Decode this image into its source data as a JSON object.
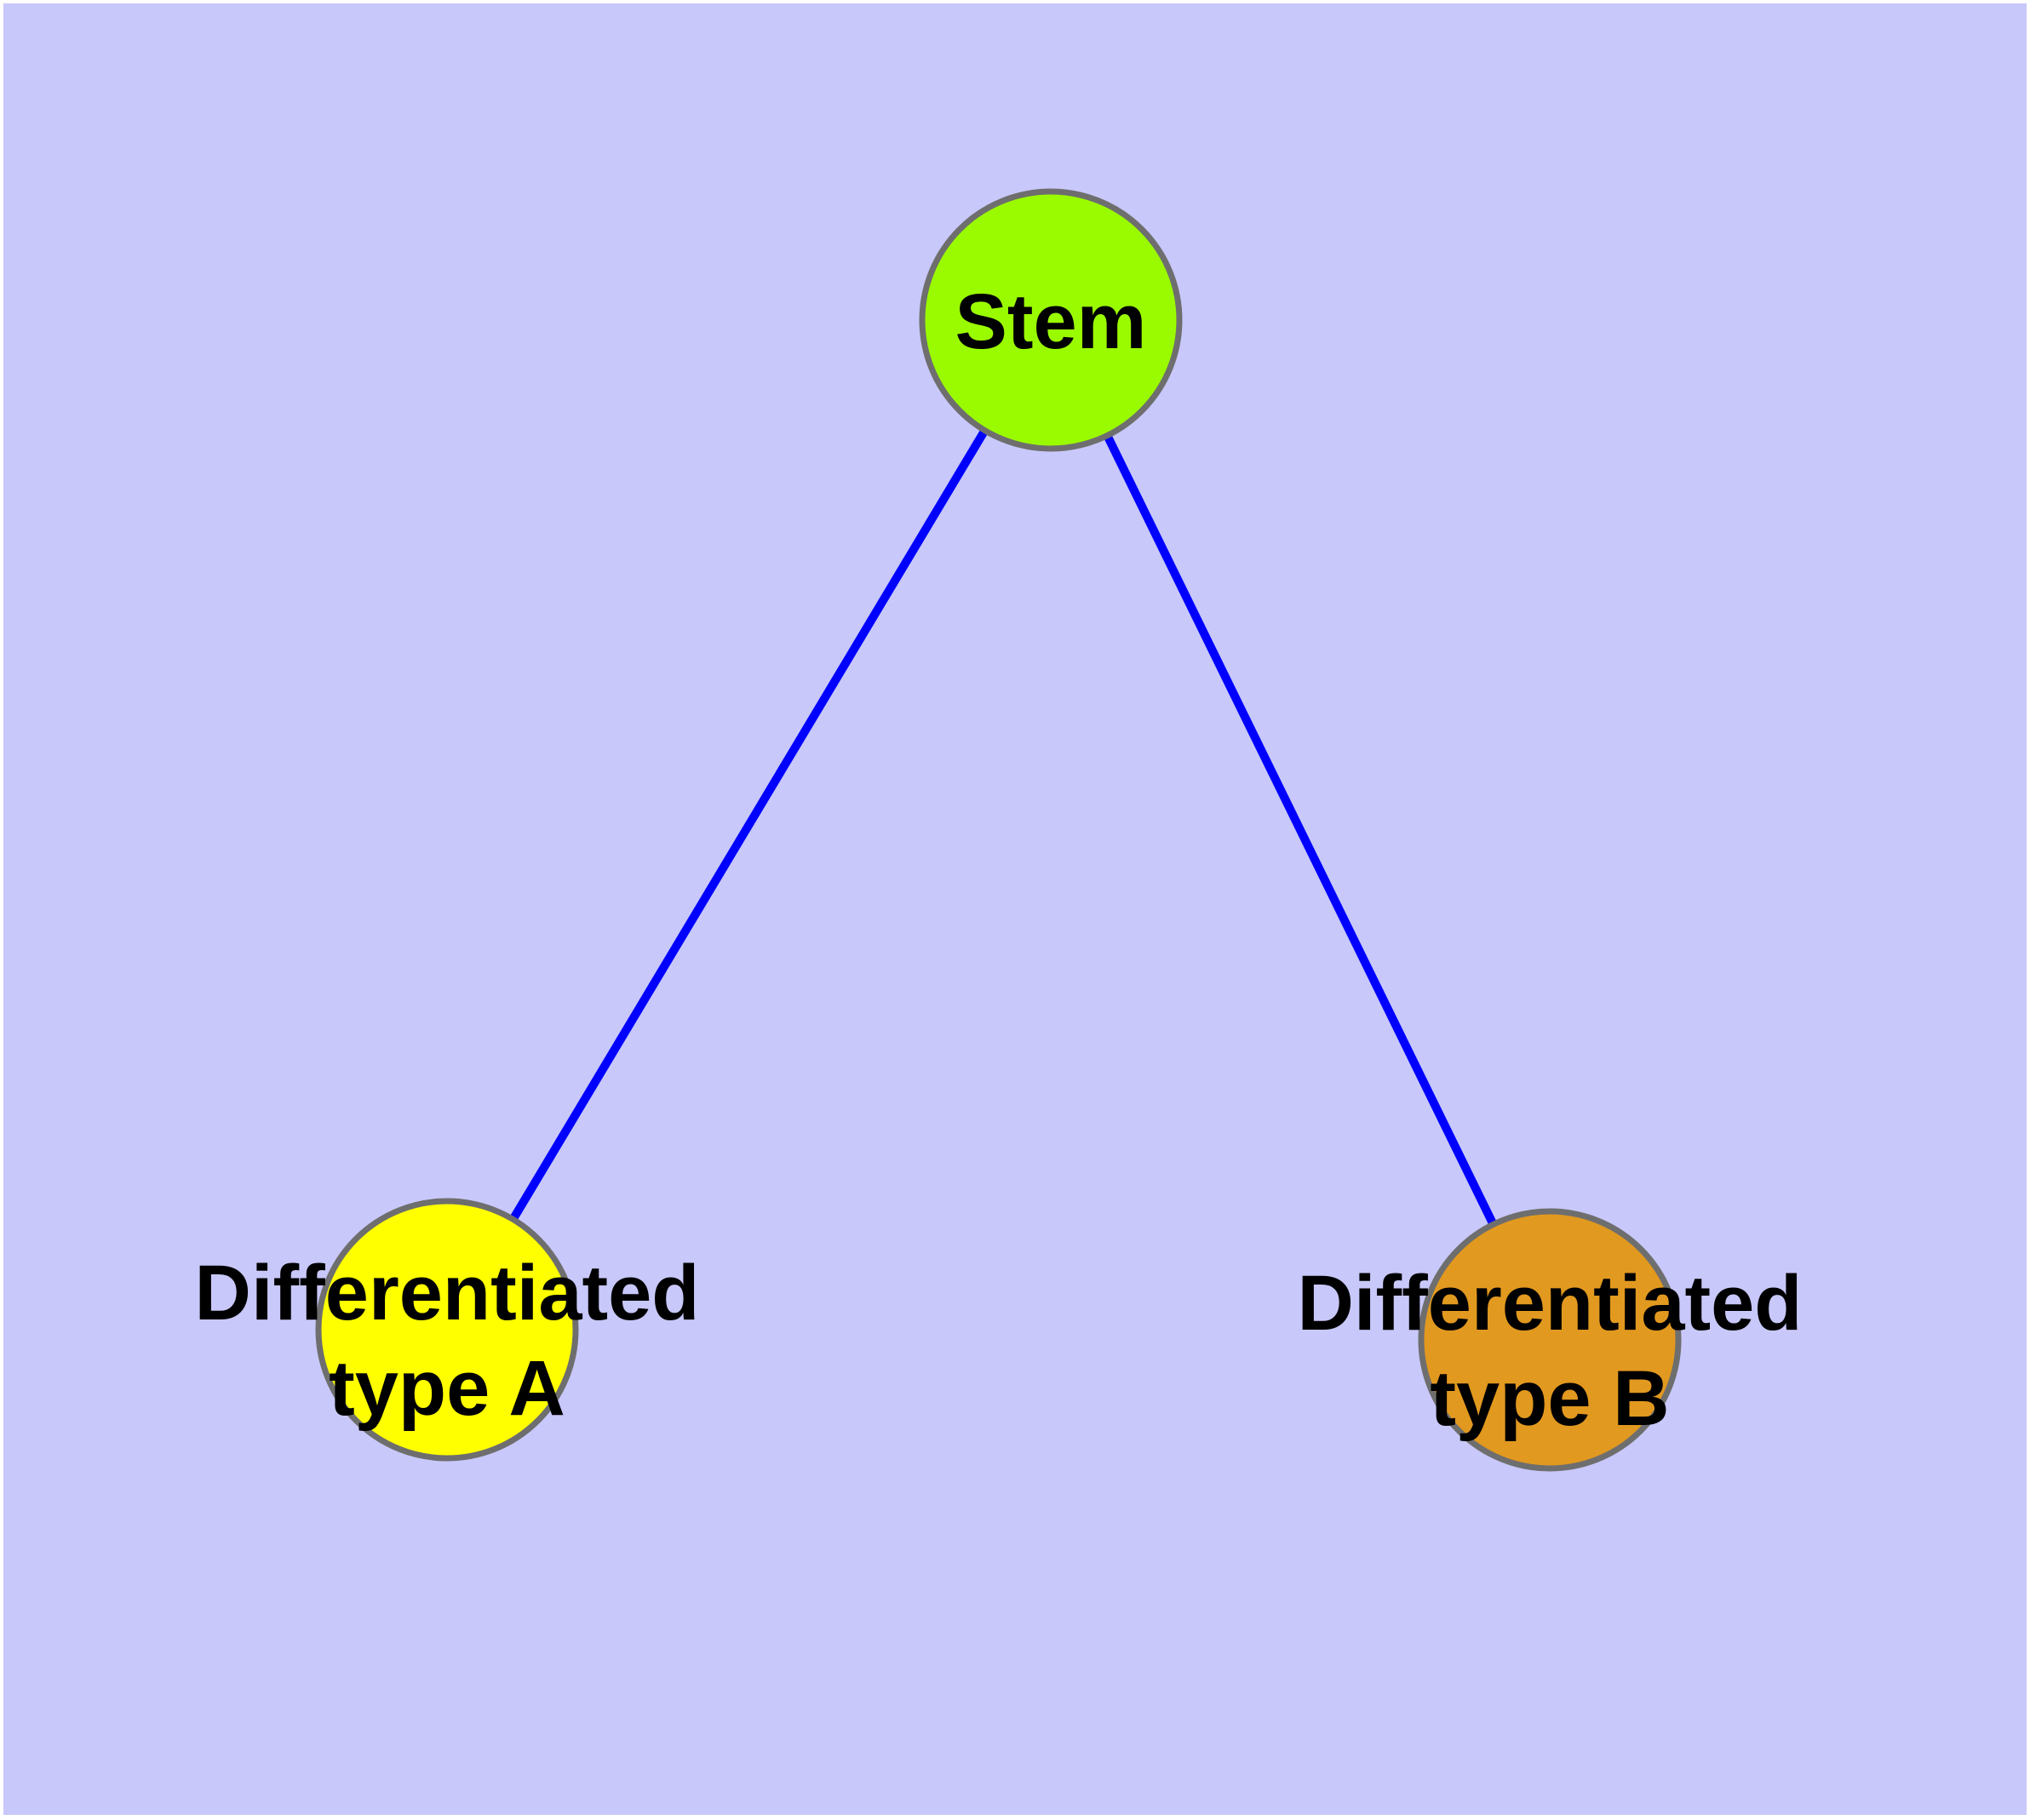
{
  "diagram": {
    "type": "graph",
    "background_color": "#C8C8FA",
    "page_color": "#FFFFFF",
    "edge_color": "#0000FF",
    "node_border_color": "#6E6E6E",
    "label_color": "#000000",
    "nodes": [
      {
        "id": "stem",
        "label": "Stem",
        "fill": "#9AFB00"
      },
      {
        "id": "differentiated-type-a",
        "label": "Differentiated type A",
        "label_line1": "Differentiated",
        "label_line2": "type A",
        "fill": "#FFFF00"
      },
      {
        "id": "differentiated-type-b",
        "label": "Differentiated type B",
        "label_line1": "Differentiated",
        "label_line2": "type B",
        "fill": "#E2991F"
      }
    ],
    "edges": [
      {
        "source": "Stem",
        "target": "Differentiated type A"
      },
      {
        "source": "Stem",
        "target": "Differentiated type B"
      }
    ]
  }
}
